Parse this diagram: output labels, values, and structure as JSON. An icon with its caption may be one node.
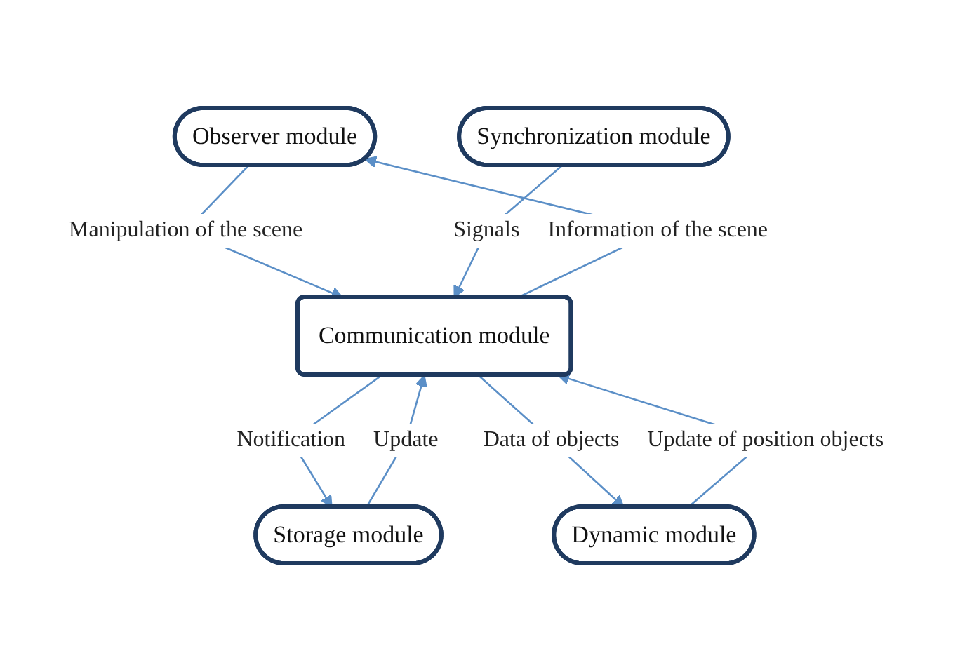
{
  "diagram": {
    "nodes": [
      {
        "text": [
          "Observer module"
        ]
      },
      {
        "text": [
          "Storage module"
        ]
      },
      {
        "text": [
          "Communication module"
        ]
      },
      {
        "text": [
          "Dynamic module"
        ]
      },
      {
        "text": [
          "Synchronization module"
        ]
      }
    ],
    "edges": [
      {
        "from": 0,
        "to": 2,
        "arrow": "to",
        "label": "Manipulation of the scene"
      },
      {
        "from": 2,
        "to": 0,
        "arrow": "to",
        "label": "Information of the scene"
      },
      {
        "from": 1,
        "to": 2,
        "arrow": "to",
        "label": "Update"
      },
      {
        "from": 2,
        "to": 1,
        "arrow": "to",
        "label": "Notification"
      },
      {
        "from": 3,
        "to": 2,
        "arrow": "to",
        "label": "Update of position objects"
      },
      {
        "from": 2,
        "to": 3,
        "arrow": "to",
        "label": "Data of objects"
      },
      {
        "from": 4,
        "to": 2,
        "arrow": "to",
        "label": "Signals"
      }
    ]
  }
}
